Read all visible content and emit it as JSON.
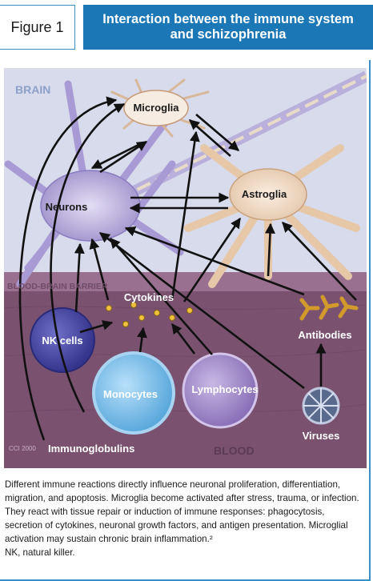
{
  "figure": {
    "label": "Figure 1",
    "title": "Interaction between the immune system and schizophrenia"
  },
  "diagram": {
    "region_labels": {
      "brain": "BRAIN",
      "barrier": "BLOOD-BRAIN BARRIER",
      "blood": "BLOOD"
    },
    "nodes": {
      "microglia": "Microglia",
      "neurons": "Neurons",
      "astroglia": "Astroglia",
      "cytokines": "Cytokines",
      "nk_cells": "NK cells",
      "monocytes": "Monocytes",
      "lymphocytes": "Lymphocytes",
      "antibodies": "Antibodies",
      "viruses": "Viruses",
      "immunoglobulins": "Immunoglobulins"
    },
    "credit": "CCI 2000",
    "colors": {
      "brain_bg": "#d6d8ea",
      "blood_bg": "#7e5674",
      "neuron": "#b4a8d8",
      "astroglia": "#f0dcc8",
      "nk_cell": "#4a4aa8",
      "monocyte": "#88c2ea",
      "lymphocyte": "#a690cc",
      "antibody": "#d8a030",
      "arrow": "#111111"
    }
  },
  "caption": {
    "text": "Different immune reactions directly influence neuronal proliferation, differentiation, migration, and apoptosis. Microglia become activated after stress, trauma, or infection. They react with tissue repair or induction of immune responses: phagocytosis, secretion of cytokines, neuronal growth factors, and antigen presentation. Microglial activation may sustain chronic brain inflammation.²",
    "abbreviation": "NK, natural killer."
  }
}
